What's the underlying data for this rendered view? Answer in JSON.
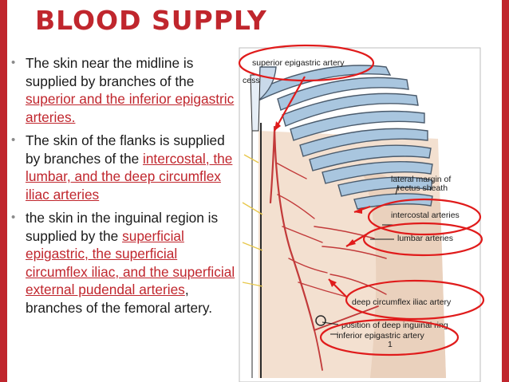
{
  "slide": {
    "title": "BLOOD SUPPLY",
    "bullets": [
      {
        "plain": "The skin near the midline is supplied by branches of the ",
        "link": "superior and the inferior epigastric arteries.",
        "tail": ""
      },
      {
        "plain": "The skin of the flanks is supplied by branches of the ",
        "link": "intercostal, the lumbar, and the deep circumflex iliac arteries",
        "tail": ""
      },
      {
        "plain": "the skin in the inguinal region is supplied by the ",
        "link": "superficial epigastric, the superficial circumflex iliac, and the superficial external pudendal arteries",
        "tail": ", branches of the femoral artery."
      }
    ]
  },
  "figure": {
    "labels": {
      "superior": "superior epigastric artery",
      "process": "cess",
      "lateral1": "lateral margin of",
      "lateral2": "rectus sheath",
      "intercostal": "intercostal arteries",
      "lumbar": "lumbar arteries",
      "deep": "deep circumflex iliac artery",
      "position": "position of deep inguinal ring",
      "inferior": "inferior epigastric artery",
      "one": "1"
    },
    "colors": {
      "accent": "#c0262d",
      "annotation": "#e01b1b",
      "ribs": "#a9c6df",
      "skin": "#f1d9c4",
      "vessel": "#c23a3a"
    }
  }
}
